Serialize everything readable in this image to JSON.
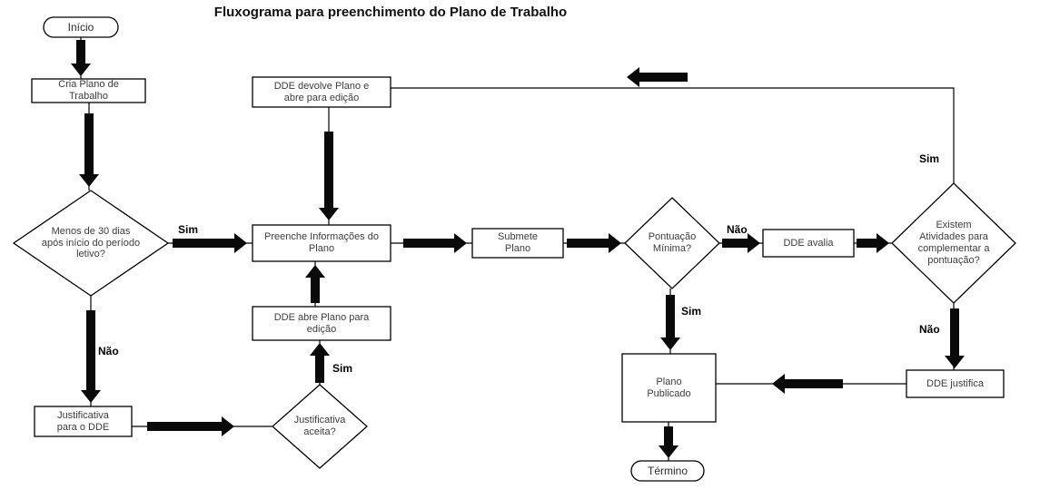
{
  "title": "Fluxograma para preenchimento do Plano de Trabalho",
  "nodes": {
    "inicio": {
      "label": "Início",
      "shape": "terminator"
    },
    "cria_plano_trabalho": {
      "label": "Cria Plano de Trabalho",
      "shape": "process"
    },
    "menos_30_dias": {
      "label": "Menos de 30 dias após início do período letivo?",
      "shape": "decision"
    },
    "dde_devolve_plano": {
      "label": "DDE devolve Plano e abre para edição",
      "shape": "process"
    },
    "preenche_informacoes": {
      "label": "Preenche Informações do Plano",
      "shape": "process"
    },
    "dde_abre_plano": {
      "label": "DDE abre Plano para edição",
      "shape": "process"
    },
    "justificativa_aceita": {
      "label": "Justificativa aceita?",
      "shape": "decision"
    },
    "justificativa_para_dde": {
      "label": "Justificativa para o DDE",
      "shape": "process"
    },
    "submete_plano": {
      "label": "Submete Plano",
      "shape": "process"
    },
    "pontuacao_minima": {
      "label": "Pontuação Mínima?",
      "shape": "decision"
    },
    "dde_avalia": {
      "label": "DDE avalia",
      "shape": "process"
    },
    "existem_atividades": {
      "label": "Existem Atividades para complementar a pontuação?",
      "shape": "decision"
    },
    "dde_justifica": {
      "label": "DDE justifica",
      "shape": "process"
    },
    "plano_publicado": {
      "label": "Plano Publicado",
      "shape": "process"
    },
    "termino": {
      "label": "Término",
      "shape": "terminator"
    }
  },
  "edges": [
    {
      "from": "inicio",
      "to": "cria_plano_trabalho",
      "label": ""
    },
    {
      "from": "cria_plano_trabalho",
      "to": "menos_30_dias",
      "label": ""
    },
    {
      "from": "menos_30_dias",
      "to": "preenche_informacoes",
      "label": "Sim"
    },
    {
      "from": "menos_30_dias",
      "to": "justificativa_para_dde",
      "label": "Não"
    },
    {
      "from": "justificativa_para_dde",
      "to": "justificativa_aceita",
      "label": ""
    },
    {
      "from": "justificativa_aceita",
      "to": "dde_abre_plano",
      "label": "Sim"
    },
    {
      "from": "dde_abre_plano",
      "to": "preenche_informacoes",
      "label": ""
    },
    {
      "from": "dde_devolve_plano",
      "to": "preenche_informacoes",
      "label": ""
    },
    {
      "from": "preenche_informacoes",
      "to": "submete_plano",
      "label": ""
    },
    {
      "from": "submete_plano",
      "to": "pontuacao_minima",
      "label": ""
    },
    {
      "from": "pontuacao_minima",
      "to": "dde_avalia",
      "label": "Não"
    },
    {
      "from": "dde_avalia",
      "to": "existem_atividades",
      "label": ""
    },
    {
      "from": "existem_atividades",
      "to": "dde_devolve_plano",
      "label": "Sim"
    },
    {
      "from": "existem_atividades",
      "to": "dde_justifica",
      "label": "Não"
    },
    {
      "from": "dde_justifica",
      "to": "plano_publicado",
      "label": ""
    },
    {
      "from": "pontuacao_minima",
      "to": "plano_publicado",
      "label": "Sim"
    },
    {
      "from": "plano_publicado",
      "to": "termino",
      "label": ""
    }
  ],
  "colors": {
    "line": "#000000",
    "arrow": "#0a0a0a",
    "shape_fill": "#ffffff",
    "text": "#3d3d3d",
    "background": "#ffffff"
  }
}
